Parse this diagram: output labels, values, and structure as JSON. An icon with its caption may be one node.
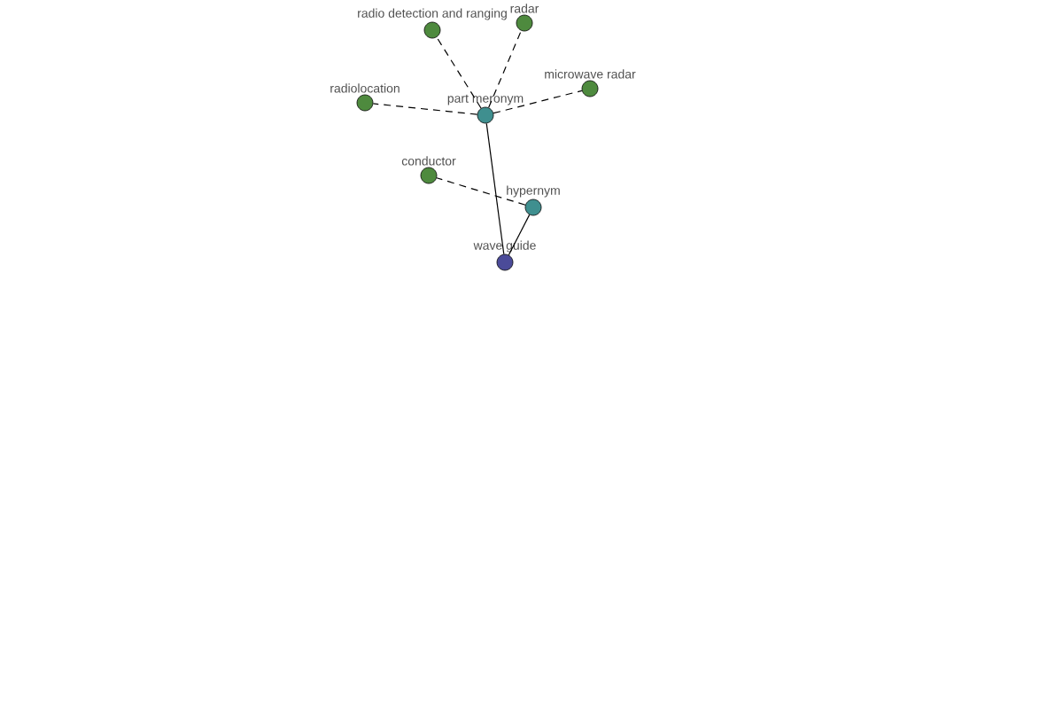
{
  "diagram": {
    "nodes": [
      {
        "text": [
          "wave guide"
        ]
      },
      {
        "text": [
          "hypernym"
        ]
      },
      {
        "text": [
          "conductor"
        ]
      },
      {
        "text": [
          "part meronym"
        ]
      },
      {
        "text": [
          "radiolocation"
        ]
      },
      {
        "text": [
          "microwave radar"
        ]
      },
      {
        "text": [
          "radio detection and ranging"
        ]
      },
      {
        "text": [
          "radar"
        ]
      }
    ],
    "edges": [
      {
        "from": 0,
        "to": 1,
        "arrow": "none"
      },
      {
        "from": 0,
        "to": 3,
        "arrow": "none"
      },
      {
        "from": 1,
        "to": 2,
        "arrow": "none",
        "style": "dashed"
      },
      {
        "from": 3,
        "to": 4,
        "arrow": "none",
        "style": "dashed"
      },
      {
        "from": 3,
        "to": 5,
        "arrow": "none",
        "style": "dashed"
      },
      {
        "from": 3,
        "to": 6,
        "arrow": "none",
        "style": "dashed"
      },
      {
        "from": 3,
        "to": 7,
        "arrow": "none",
        "style": "dashed"
      }
    ]
  }
}
